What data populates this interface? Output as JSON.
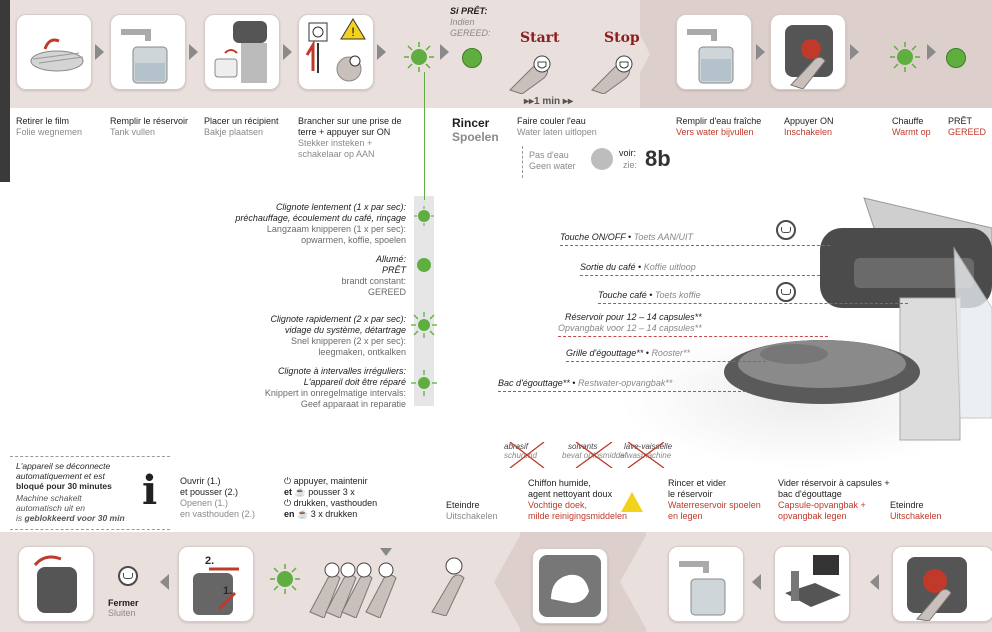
{
  "top_steps": [
    {
      "fr": "Retirer le film",
      "nl": "Folie wegnemen"
    },
    {
      "fr": "Remplir le réservoir",
      "nl": "Tank vullen"
    },
    {
      "fr": "Placer un récipient",
      "nl": "Bakje plaatsen"
    },
    {
      "fr": "Brancher sur une prise de terre + appuyer sur ON",
      "nl": "Stekker insteken + schakelaar op AAN"
    }
  ],
  "si_pret": {
    "fr": "Si PRÊT:",
    "nl_line1": "Indien",
    "nl_line2": "GEREED:"
  },
  "start_label": "Start",
  "stop_label": "Stop",
  "one_min": "▸▸1 min ▸▸",
  "rincer": {
    "fr": "Rincer",
    "nl": "Spoelen"
  },
  "faire_couler": {
    "fr": "Faire couler l'eau",
    "nl": "Water laten uitlopen"
  },
  "pas_deau": {
    "fr": "Pas d'eau",
    "nl": "Geen water",
    "voir": "voir:",
    "zie": "zie:",
    "ref": "8b"
  },
  "right_steps": [
    {
      "fr": "Remplir d'eau fraîche",
      "nl": "Vers water bijvullen"
    },
    {
      "fr": "Appuyer ON",
      "nl": "Inschakelen"
    },
    {
      "fr": "Chauffe",
      "nl": "Warmt op"
    },
    {
      "fr": "PRÊT",
      "nl": "GEREED"
    }
  ],
  "status_list": [
    {
      "fr1": "Clignote lentement (1 x par sec):",
      "fr2": "préchauffage, écoulement du café, rinçage",
      "nl1": "Langzaam knipperen (1 x per sec):",
      "nl2": "opwarmen, koffie, spoelen"
    },
    {
      "fr1": "Allumé:",
      "fr2": "PRÊT",
      "nl1": "brandt constant:",
      "nl2": "GEREED"
    },
    {
      "fr1": "Clignote rapidement (2 x par sec):",
      "fr2": "vidage du système, détartrage",
      "nl1": "Snel knipperen  (2 x per sec):",
      "nl2": "leegmaken, ontkalken"
    },
    {
      "fr1": "Clignote à intervalles irréguliers:",
      "fr2": "L'appareil doit être réparé",
      "nl1": "Knippert in onregelmatige intervals:",
      "nl2": "Geef apparaat in reparatie"
    }
  ],
  "machine_labels": [
    {
      "fr": "Touche ON/OFF",
      "nl": "Toets AAN/UIT"
    },
    {
      "fr": "Sortie du café",
      "nl": "Koffie uitloop"
    },
    {
      "fr": "Touche café",
      "nl": "Toets koffie"
    },
    {
      "fr": "Réservoir pour 12 – 14 capsules**",
      "nl": "Opvangbak voor 12 – 14 capsules**"
    },
    {
      "fr": "Grille d'égouttage**",
      "nl": "Rooster**"
    },
    {
      "fr": "Bac d'égouttage**",
      "nl": "Restwater-opvangbak**"
    }
  ],
  "bullet_sep": " • ",
  "auto_off": {
    "fr1": "L'appareil se déconnecte",
    "fr2": "automatiquement et est",
    "fr3": "bloqué pour 30 minutes",
    "nl1": "Machine schakelt",
    "nl2": "automatisch uit en",
    "nl3a": "is ",
    "nl3b": "geblokkeerd voor 30 min",
    "info": "i"
  },
  "bottom_texts": {
    "ouvrir": {
      "fr1": "Ouvrir (1.)",
      "fr2": "et pousser (2.)",
      "nl1": "Openen (1.)",
      "nl2": "en vasthouden (2.)"
    },
    "appuyer": {
      "fr1": "appuyer, maintenir",
      "fr2a": "et",
      "fr2b": "pousser 3 x",
      "nl1": "drukken, vasthouden",
      "nl2a": "en",
      "nl2b": "3 x drukken"
    },
    "eteindre1": {
      "fr": "Eteindre",
      "nl": "Uitschakelen"
    },
    "chiffon": {
      "fr1": "Chiffon humide,",
      "fr2": "agent nettoyant doux",
      "nl1": "Vochtige doek,",
      "nl2": "milde reinigingsmiddelen"
    },
    "rincer_vider": {
      "fr1": "Rincer et vider",
      "fr2": "le réservoir",
      "nl1": "Waterreservoir spoelen",
      "nl2": "en legen"
    },
    "vider_reservoir": {
      "fr1": "Vider réservoir à capsules +",
      "fr2": "bac d'égouttage",
      "nl1": "Capsule-opvangbak +",
      "nl2": "opvangbak legen"
    },
    "eteindre2": {
      "fr": "Eteindre",
      "nl": "Uitschakelen"
    },
    "fermer": {
      "fr": "Fermer",
      "nl": "Sluiten"
    }
  },
  "crossed": [
    {
      "fr": "abrasif",
      "nl": "schurend"
    },
    {
      "fr": "solvants",
      "nl": "bevat oplosmiddel"
    },
    {
      "fr": "lave-vaisselle",
      "nl": "afwasmachine"
    }
  ],
  "step_numbers": {
    "two": "2.",
    "one": "1."
  },
  "colors": {
    "band": "#e9dfdc",
    "led_green": "#5fae3f",
    "accent_red": "#c0392b",
    "text_dark": "#1e1e1e",
    "text_grey": "#8a8a8a"
  }
}
